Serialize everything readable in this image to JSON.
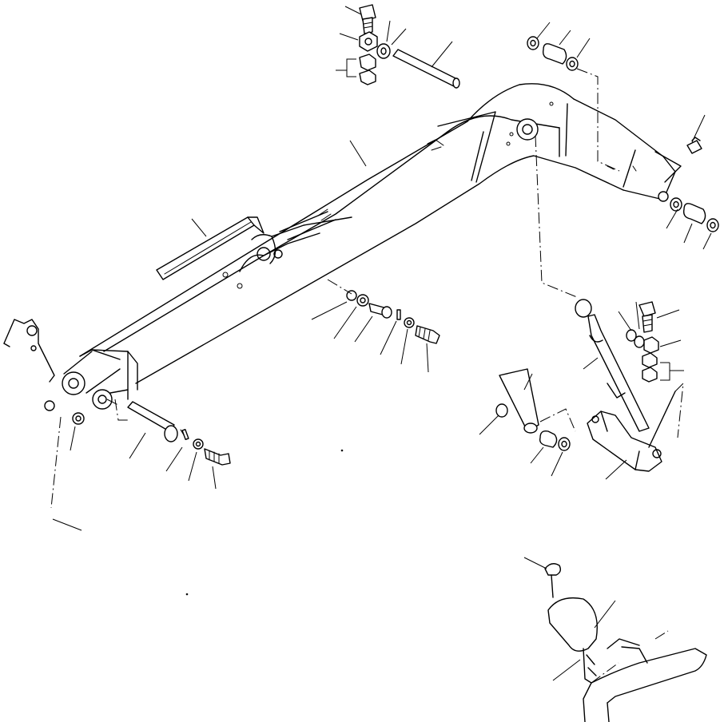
{
  "diagram": {
    "type": "exploded-parts-drawing",
    "subject": "excavator-boom-assembly",
    "parts": [
      {
        "id": "boom",
        "icon": "boom-arm"
      },
      {
        "id": "boom-cylinder",
        "icon": "hydraulic-cylinder"
      },
      {
        "id": "cylinder-foot-bracket",
        "icon": "bracket"
      },
      {
        "id": "top-pin",
        "icon": "pin"
      },
      {
        "id": "top-bolt",
        "icon": "bolt"
      },
      {
        "id": "top-nut-pair",
        "icon": "nut"
      },
      {
        "id": "top-washer",
        "icon": "washer"
      },
      {
        "id": "foot-bushing-set",
        "icon": "bushing"
      },
      {
        "id": "grease-fitting",
        "icon": "grease-nipple"
      },
      {
        "id": "middle-pin-set",
        "icon": "pin"
      },
      {
        "id": "tip-pin-set",
        "icon": "pin"
      },
      {
        "id": "hose-bracket-plate",
        "icon": "plate"
      },
      {
        "id": "cylinder-mount-set",
        "icon": "bolt"
      },
      {
        "id": "clamp-detail",
        "icon": "clamp"
      }
    ],
    "label_text": []
  }
}
